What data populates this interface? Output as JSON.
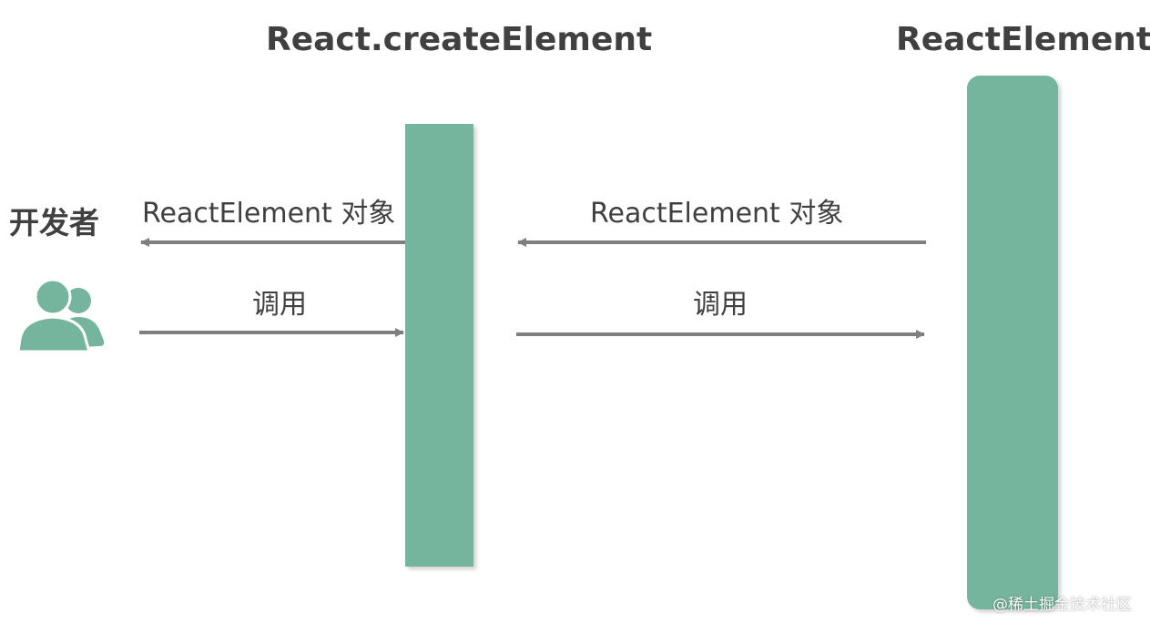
{
  "headings": {
    "create_element": "React.createElement",
    "react_element": "ReactElement"
  },
  "actor": {
    "label": "开发者",
    "icon": "users-icon"
  },
  "messages": {
    "return_to_developer": "ReactElement 对象",
    "return_to_create_element": "ReactElement 对象",
    "call_create_element": "调用",
    "call_react_element": "调用"
  },
  "colors": {
    "lifeline": "#76b59d",
    "arrow": "#7f7f7f",
    "text": "#404040"
  },
  "watermark": "@稀土掘金技术社区"
}
